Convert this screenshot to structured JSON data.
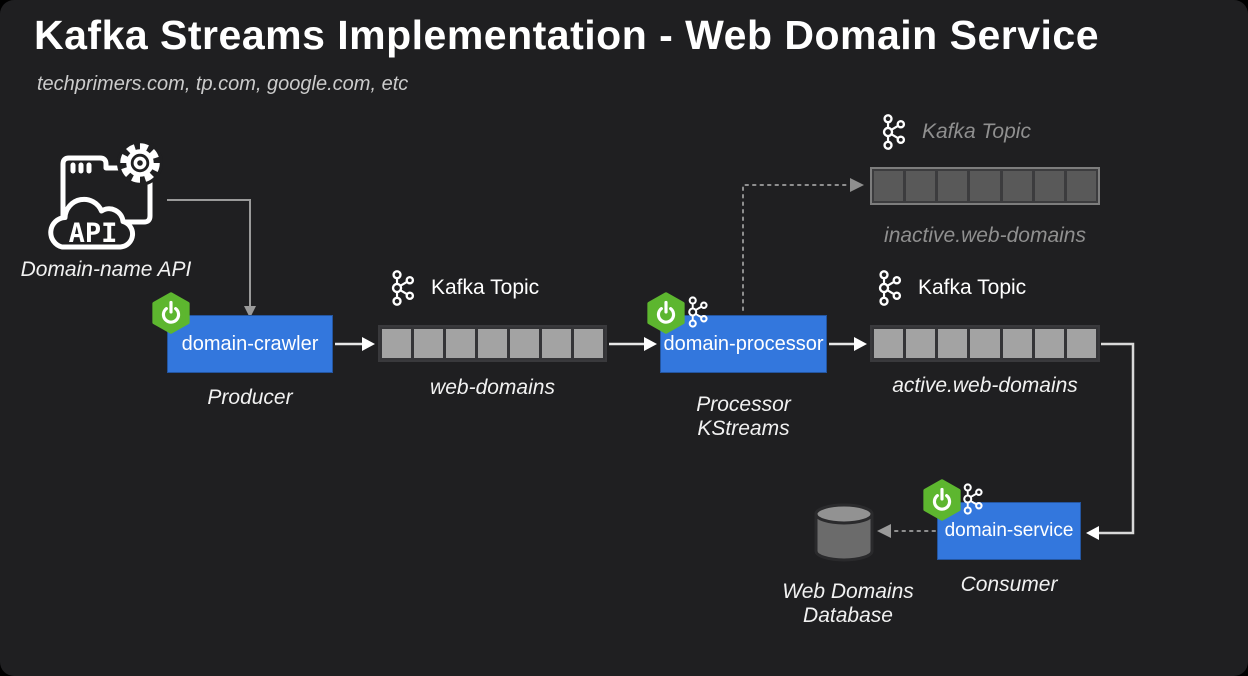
{
  "colors": {
    "background": "#1f1f21",
    "box_blue": "#3377dd",
    "spring_green": "#5db62f",
    "partition_active": "#a3a3a3",
    "partition_inactive": "#595959",
    "partition_gap": "#343437",
    "topic_border_active": "#39393c",
    "topic_border_inactive": "#7d7d7d",
    "connector": "#9a9a9a",
    "connector_bright": "#e8e8e8",
    "muted_text": "#8f8f8f",
    "db_body": "#6b6b6b",
    "db_top": "#929292",
    "text": "#ffffff"
  },
  "header": {
    "title": "Kafka Streams Implementation - Web Domain Service",
    "subtitle": "techprimers.com, tp.com, google.com, etc"
  },
  "api_source": {
    "icon_text": "API",
    "label": "Domain-name API"
  },
  "services": {
    "crawler": {
      "name": "domain-crawler",
      "role": "Producer"
    },
    "processor": {
      "name": "domain-processor",
      "role_lines": [
        "Processor",
        "KStreams"
      ]
    },
    "service": {
      "name": "domain-service",
      "role": "Consumer"
    }
  },
  "topics": {
    "web_domains": {
      "heading": "Kafka Topic",
      "name": "web-domains",
      "partitions": 7
    },
    "active": {
      "heading": "Kafka Topic",
      "name": "active.web-domains",
      "partitions": 7
    },
    "inactive": {
      "heading": "Kafka Topic",
      "name": "inactive.web-domains",
      "partitions": 7
    }
  },
  "database": {
    "label_lines": [
      "Web Domains",
      "Database"
    ]
  }
}
